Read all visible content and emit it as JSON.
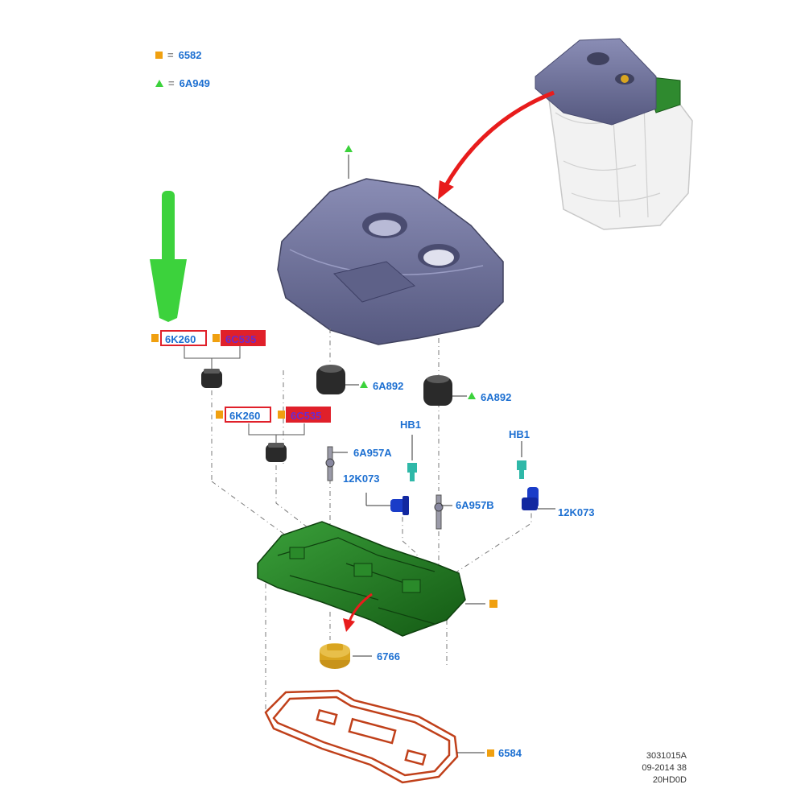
{
  "legend": {
    "square_code": "6582",
    "triangle_code": "6A949",
    "equals": "="
  },
  "labels": {
    "p6K260_a": "6K260",
    "p6C535_a": "6C535",
    "p6K260_b": "6K260",
    "p6C535_b": "6C535",
    "p6A892_left": "6A892",
    "p6A892_right": "6A892",
    "hb1_left": "HB1",
    "hb1_right": "HB1",
    "p6A957A": "6A957A",
    "p12K073_left": "12K073",
    "p6A957B": "6A957B",
    "p12K073_right": "12K073",
    "p6766": "6766",
    "p6584": "6584"
  },
  "footer": {
    "line1": "3031015A",
    "line2": "09-2014 38",
    "line3": "20HD0D"
  },
  "colors": {
    "label_blue": "#1c6fd1",
    "highlight_red": "#e0202a",
    "arrow_green": "#3cd23c",
    "marker_orange": "#f0a010",
    "cover_purple": "#6c6f9a",
    "valve_cover_green": "#1f7a1f",
    "gasket_orange": "#c0401a",
    "cap_yellow": "#d9a520"
  },
  "icons": {
    "square": "orange-square-icon",
    "triangle": "green-triangle-icon",
    "big_arrow": "green-down-arrow-icon"
  }
}
